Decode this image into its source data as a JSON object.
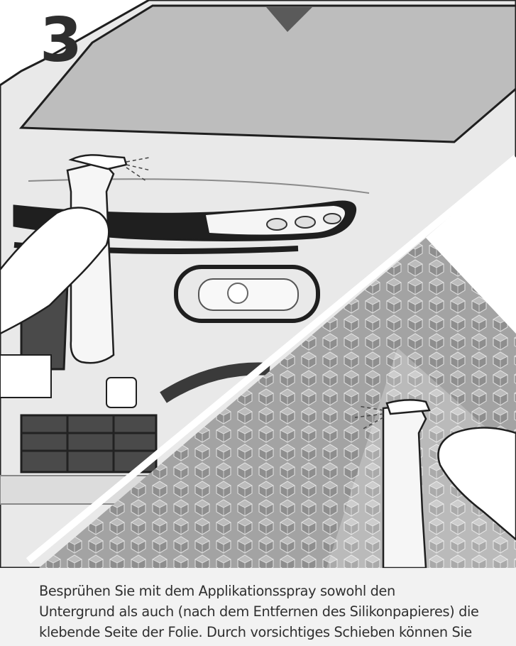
{
  "step": {
    "number": "3"
  },
  "caption": {
    "lines": [
      "Besprühen Sie mit dem Applikationsspray sowohl den",
      "Untergrund als auch (nach dem Entfernen des Silikonpapieres) die",
      "klebende Seite der Folie. Durch vorsichtiges Schieben können Sie"
    ]
  },
  "illustration": {
    "car_color": "#e9e9e9",
    "windshield_color": "#bdbdbd",
    "grille_color": "#4a4a4a",
    "film_color": "#9b9b9b",
    "background_color": "#ffffff"
  }
}
